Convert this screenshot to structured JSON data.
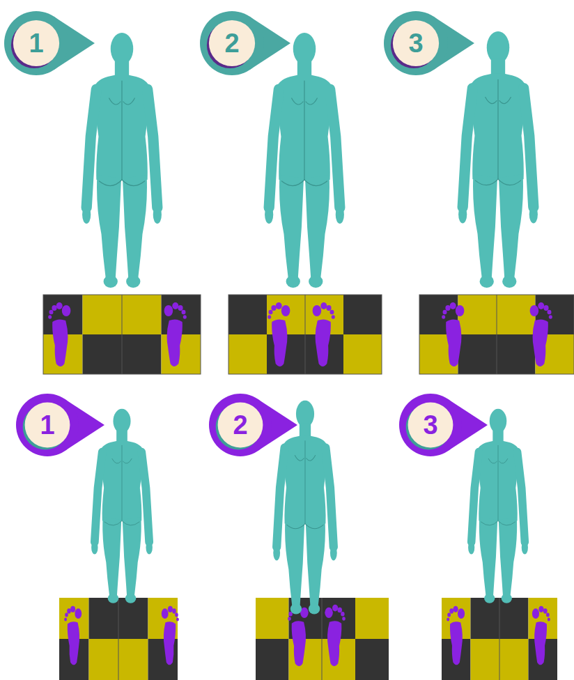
{
  "diagram": {
    "nodes": [
      {
        "text": [
          "1"
        ]
      },
      {
        "text": [
          "2"
        ]
      },
      {
        "text": [
          "3"
        ]
      },
      {
        "text": [
          "1"
        ]
      },
      {
        "text": [
          "2"
        ]
      },
      {
        "text": [
          "3"
        ]
      }
    ]
  }
}
